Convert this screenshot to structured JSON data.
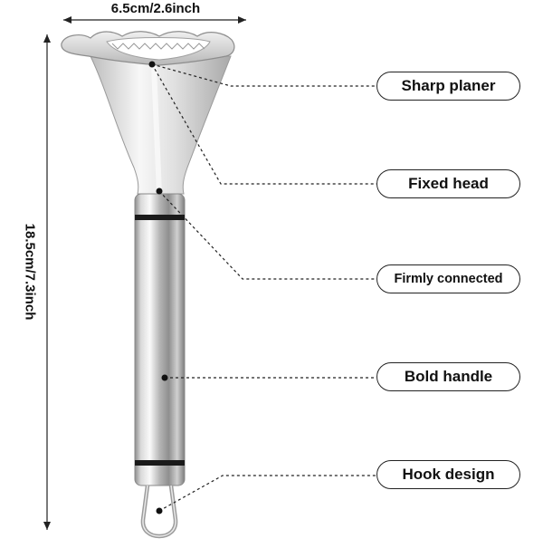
{
  "dimensions": {
    "width": "6.5cm/2.6inch",
    "height": "18.5cm/7.3inch"
  },
  "callouts": {
    "sharp_planer": "Sharp planer",
    "fixed_head": "Fixed head",
    "firmly_connected": "Firmly connected",
    "bold_handle": "Bold handle",
    "hook_design": "Hook design"
  },
  "colors": {
    "steel_light": "#f2f2f2",
    "steel_mid": "#c9c9c9",
    "steel_dark": "#8a8a8a",
    "band": "#1a1a1a",
    "text": "#111111"
  }
}
